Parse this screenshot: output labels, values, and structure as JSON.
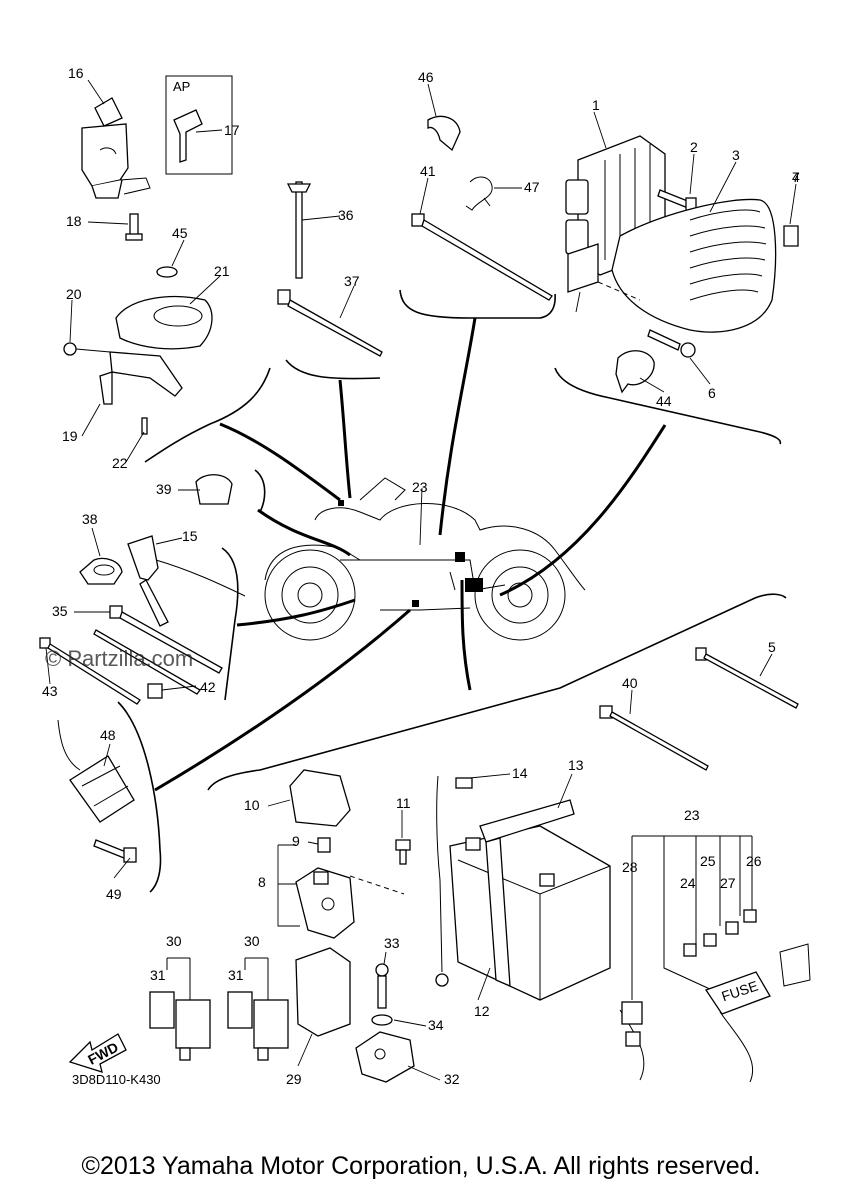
{
  "diagram": {
    "drawing_code": "3D8D110-K430",
    "copyright": "©2013 Yamaha Motor Corporation, U.S.A. All rights reserved.",
    "watermark": "© Partzilla.com",
    "ap_box_label": "AP",
    "fwd_label": "FWD",
    "fuse_label": "FUSE",
    "callouts": [
      "1",
      "2",
      "3",
      "4",
      "5",
      "6",
      "7",
      "8",
      "9",
      "10",
      "11",
      "12",
      "13",
      "14",
      "15",
      "16",
      "17",
      "18",
      "19",
      "20",
      "21",
      "22",
      "23",
      "23",
      "24",
      "25",
      "26",
      "27",
      "28",
      "29",
      "30",
      "30",
      "31",
      "31",
      "32",
      "33",
      "34",
      "35",
      "36",
      "37",
      "38",
      "39",
      "40",
      "41",
      "42",
      "43",
      "44",
      "45",
      "46",
      "47",
      "48",
      "49"
    ]
  }
}
